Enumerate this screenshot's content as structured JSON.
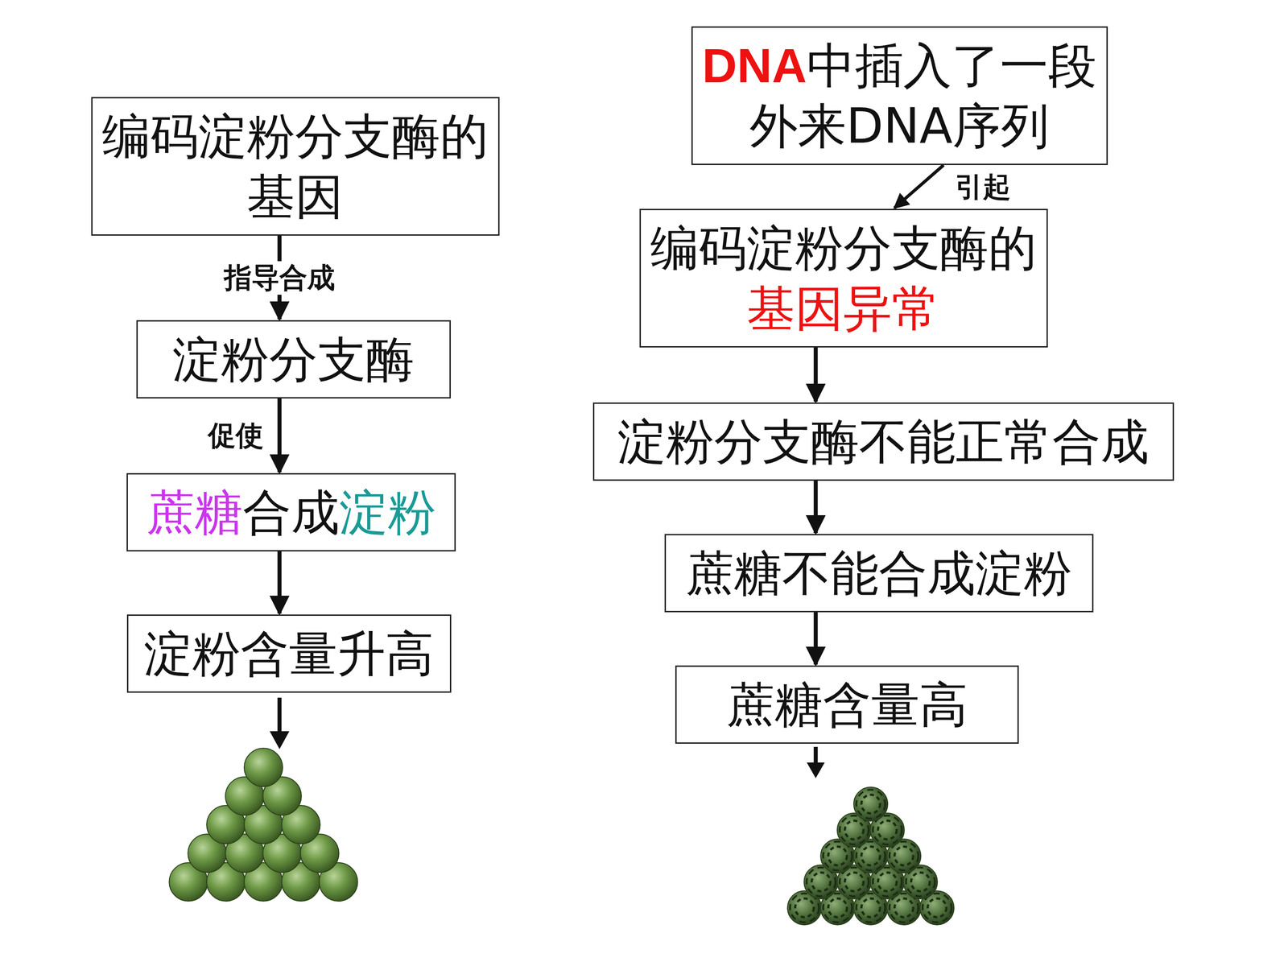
{
  "diagram": {
    "nodes": [
      {
        "text": [
          "编码淀粉分支酶的基因"
        ]
      },
      {
        "text": [
          "淀粉分支酶"
        ]
      },
      {
        "text": [
          "蔗糖",
          "合成",
          "淀粉"
        ]
      },
      {
        "text": [
          "淀粉含量升高"
        ]
      },
      {
        "text": [
          "DNA",
          "中插入了一段外来DNA序列"
        ]
      },
      {
        "text": [
          "编码淀粉分支酶的",
          "基因异常"
        ]
      },
      {
        "text": [
          "淀粉分支酶不能正常合成"
        ]
      },
      {
        "text": [
          "蔗糖不能合成淀粉"
        ]
      },
      {
        "text": [
          "蔗糖含量高"
        ]
      }
    ],
    "edges": [
      {
        "from": 0,
        "to": 1,
        "arrow": "to",
        "label": "指导合成"
      },
      {
        "from": 1,
        "to": 2,
        "arrow": "to",
        "label": "促使"
      },
      {
        "from": 2,
        "to": 3,
        "arrow": "to"
      },
      {
        "from": 4,
        "to": 5,
        "arrow": "to",
        "label": "引起"
      },
      {
        "from": 5,
        "to": 6,
        "arrow": "to"
      },
      {
        "from": 6,
        "to": 7,
        "arrow": "to"
      },
      {
        "from": 7,
        "to": 8,
        "arrow": "to"
      }
    ]
  }
}
